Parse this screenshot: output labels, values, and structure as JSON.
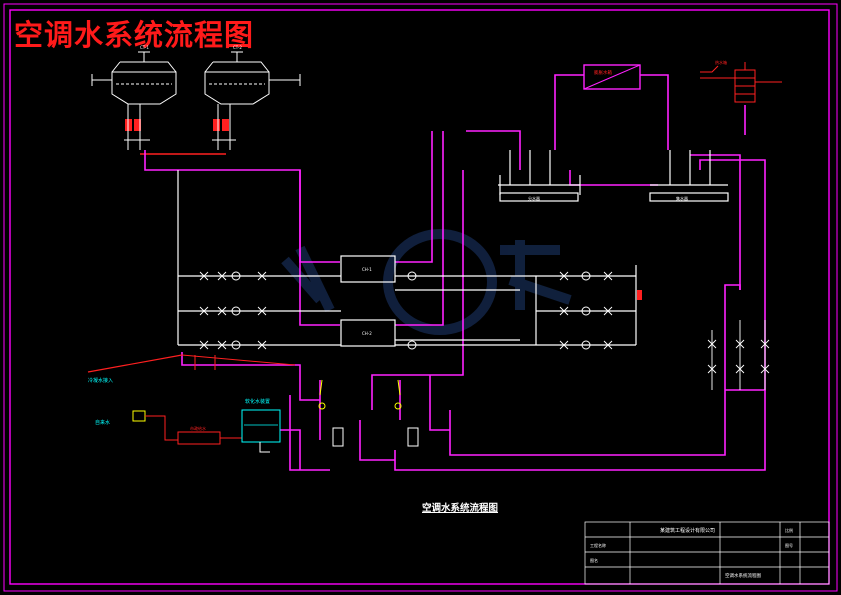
{
  "title": "空调水系统流程图",
  "drawing_caption": "空调水系统流程图",
  "colors": {
    "background": "#000000",
    "frame": "#ff00ff",
    "pipe": "#ff22ff",
    "equipment": "#ffffff",
    "title": "#ff1a1a",
    "accent_red": "#ff2020",
    "accent_cyan": "#00ffff",
    "accent_yellow": "#ffff00",
    "watermark": "#1e3a6e"
  },
  "watermark_icon": "watermark-logo",
  "equipment": {
    "tower_tag_1": "CT-1",
    "tower_tag_2": "CT-2",
    "chiller_tag_1": "CH-1",
    "chiller_tag_2": "CH-2",
    "softener_label": "软化水装置",
    "expansion_tank_label": "膨胀水箱",
    "municipal_water_label": "自来水",
    "condensate_label": "冷凝水接入",
    "tap_water_label": "市政给水",
    "hot_water_label": "热水箱",
    "supply_header_label": "分水器",
    "return_header_label": "集水器"
  },
  "title_block": {
    "company": "某建筑工程设计有限公司",
    "project_label": "工程名称",
    "drawing_label": "图名",
    "scale_label": "比例",
    "sheet_label": "图号",
    "drawing_name": "空调水系统流程图"
  }
}
